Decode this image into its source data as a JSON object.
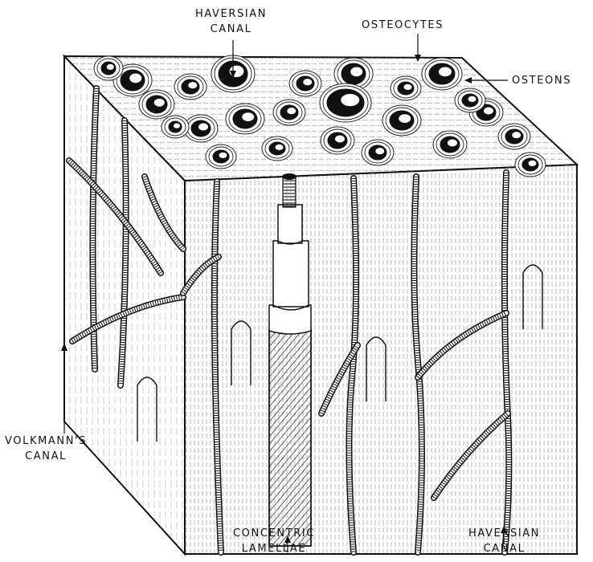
{
  "labels": {
    "haversian_canal_top": [
      "HAVERSIAN",
      "CANAL"
    ],
    "osteocytes": "OSTEOCYTES",
    "osteons": "OSTEONS",
    "volkmanns_canal": [
      "VOLKMANN'S",
      "CANAL"
    ],
    "concentric_lamellae": [
      "CONCENTRIC",
      "LAMELLAE"
    ],
    "haversian_canal_bottom": [
      "HAVERSIAN",
      "CANAL"
    ]
  },
  "colors": {
    "ink": "#111111",
    "paper": "#ffffff",
    "shade": "#2a2a2a"
  }
}
